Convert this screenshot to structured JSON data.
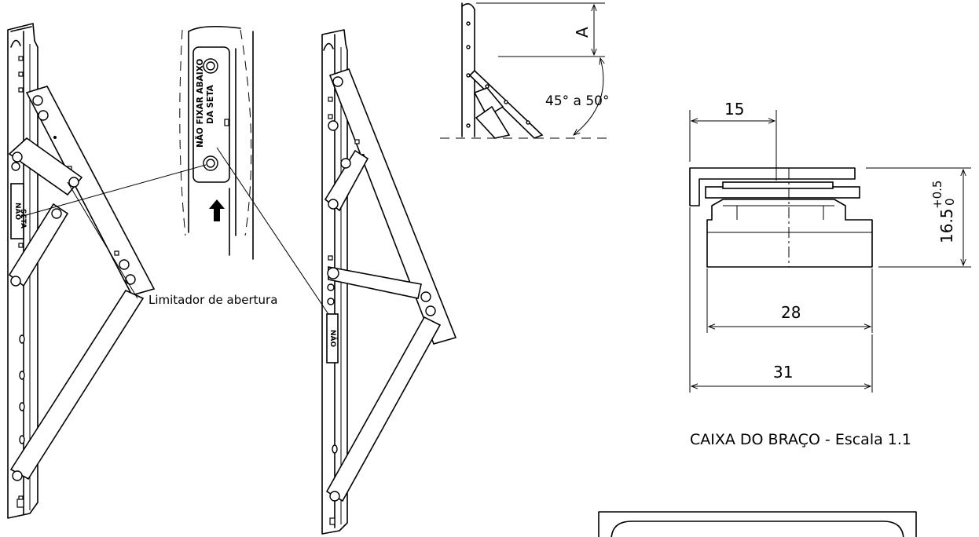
{
  "labels": {
    "opening_limiter": "Limitador de abertura",
    "sticker_line1": "NÃO FIXAR ABAIXO",
    "sticker_line2": "DA SETA",
    "angle": "45° a 50°",
    "dim_a": "A",
    "arm_box_title": "CAIXA DO BRAÇO - Escala 1.1"
  },
  "dimensions": {
    "width_top": "15",
    "height_main": "16.5",
    "tol_upper": "+0.5",
    "tol_lower": "0",
    "width_inner": "28",
    "width_outer": "31"
  }
}
